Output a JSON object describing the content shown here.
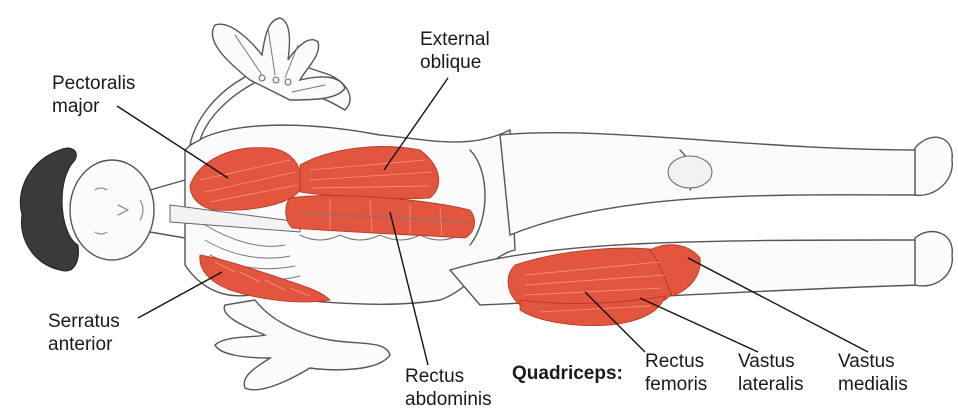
{
  "labels": {
    "pectoralis_major": [
      "Pectoralis",
      "major"
    ],
    "external_oblique": [
      "External",
      "oblique"
    ],
    "serratus_anterior": [
      "Serratus",
      "anterior"
    ],
    "rectus_abdominis": [
      "Rectus",
      "abdominis"
    ],
    "quadriceps_heading": "Quadriceps:",
    "rectus_femoris": [
      "Rectus",
      "femoris"
    ],
    "vastus_lateralis": [
      "Vastus",
      "lateralis"
    ],
    "vastus_medialis": [
      "Vastus",
      "medialis"
    ]
  },
  "colors": {
    "muscle": "#e2553f",
    "muscle_edge": "#b8321e",
    "outline": "#555555",
    "label_text": "#1a1a1a"
  }
}
